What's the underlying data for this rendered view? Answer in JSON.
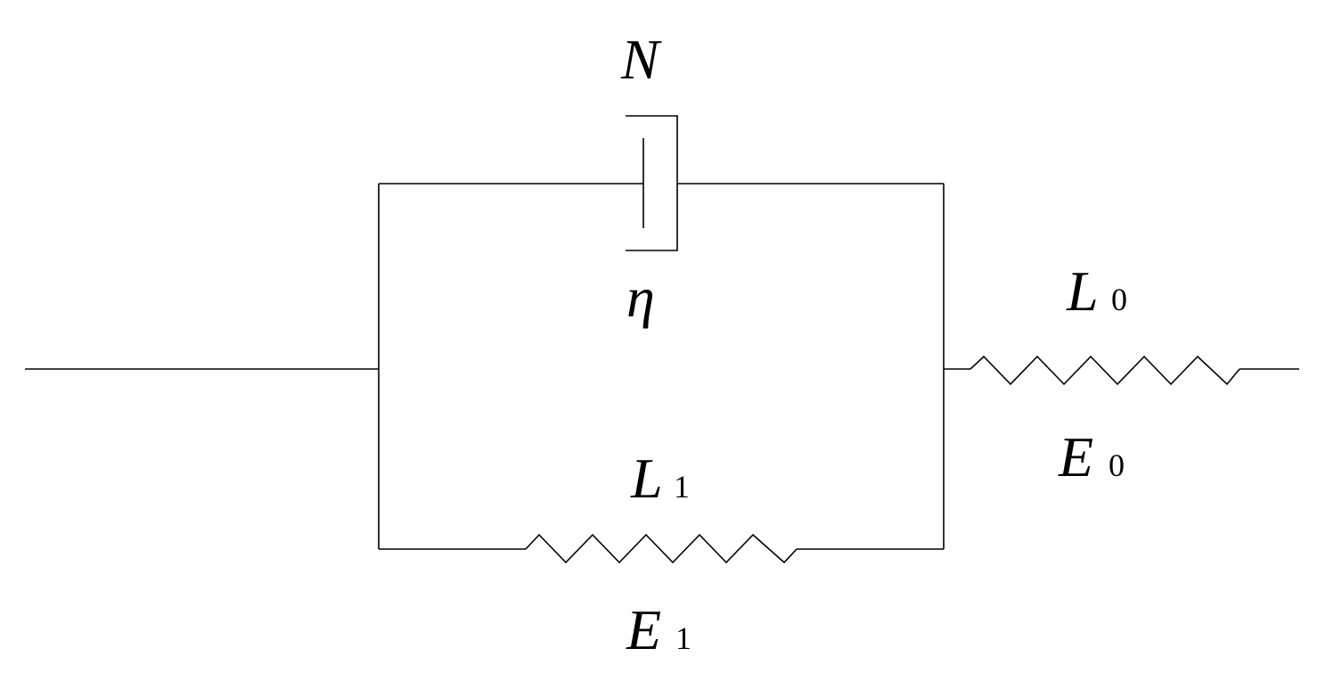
{
  "diagram": {
    "labels": {
      "dashpot_top": "N",
      "dashpot_bottom": "η",
      "spring_series_top_main": "L",
      "spring_series_top_sub": "0",
      "spring_series_bottom_main": "E",
      "spring_series_bottom_sub": "0",
      "spring_parallel_top_main": "L",
      "spring_parallel_top_sub": "1",
      "spring_parallel_bottom_main": "E",
      "spring_parallel_bottom_sub": "1"
    },
    "colors": {
      "line": "#000000",
      "background": "#ffffff"
    }
  }
}
